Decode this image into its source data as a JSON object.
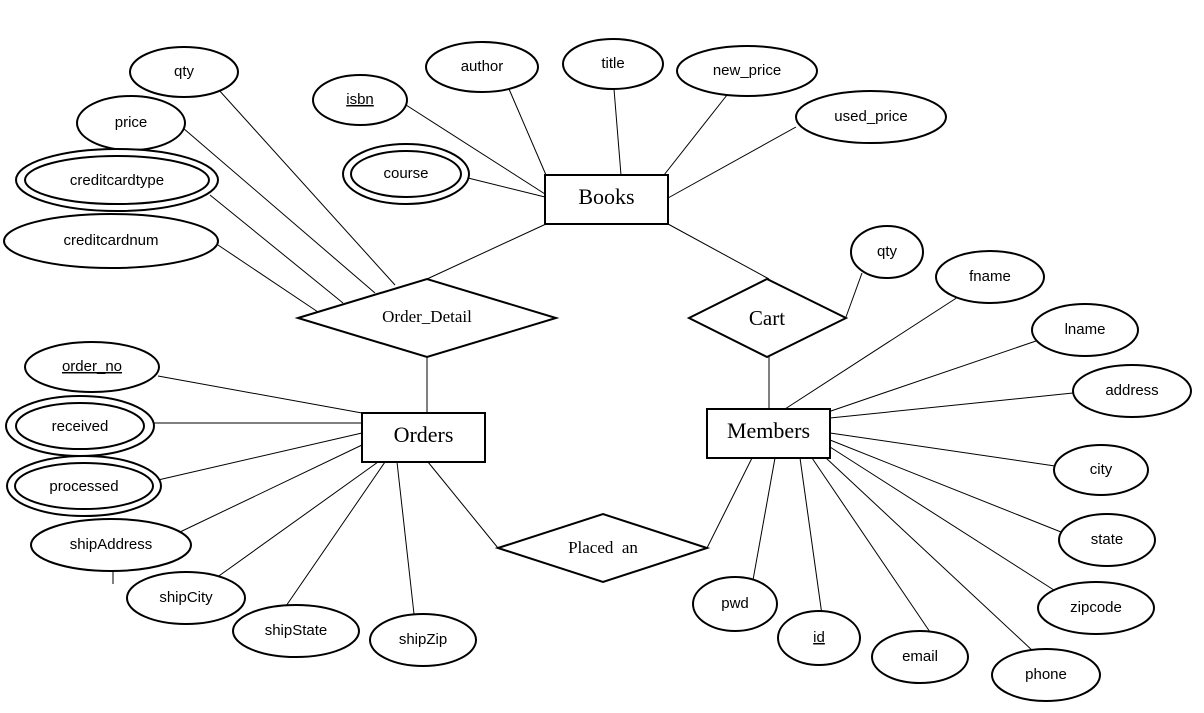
{
  "entities": {
    "books": "Books",
    "orders": "Orders",
    "members": "Members"
  },
  "relationships": {
    "order_detail": "Order_Detail",
    "cart": "Cart",
    "placed_an": "Placed  an"
  },
  "attributes": {
    "books": {
      "isbn": "isbn",
      "author": "author",
      "title": "title",
      "new_price": "new_price",
      "used_price": "used_price",
      "course": "course"
    },
    "order_detail": {
      "qty": "qty",
      "price": "price",
      "creditcardtype": "creditcardtype",
      "creditcardnum": "creditcardnum"
    },
    "cart": {
      "qty": "qty"
    },
    "members": {
      "fname": "fname",
      "lname": "lname",
      "address": "address",
      "city": "city",
      "state": "state",
      "zipcode": "zipcode",
      "phone": "phone",
      "email": "email",
      "id": "id",
      "pwd": "pwd"
    },
    "orders": {
      "order_no": "order_no",
      "received": "received",
      "processed": "processed",
      "shipAddress": "shipAddress",
      "shipCity": "shipCity",
      "shipState": "shipState",
      "shipZip": "shipZip"
    }
  }
}
